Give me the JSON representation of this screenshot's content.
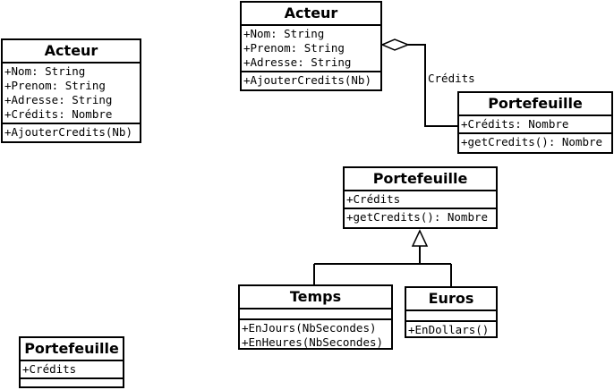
{
  "acteur_left": {
    "name": "Acteur",
    "attributes": [
      "+Nom: String",
      "+Prenom: String",
      "+Adresse: String",
      "+Crédits: Nombre"
    ],
    "operations": [
      "+AjouterCredits(Nb)"
    ]
  },
  "acteur_top": {
    "name": "Acteur",
    "attributes": [
      "+Nom: String",
      "+Prenom: String",
      "+Adresse: String"
    ],
    "operations": [
      "+AjouterCredits(Nb)"
    ]
  },
  "portefeuille_right": {
    "name": "Portefeuille",
    "attributes": [
      "+Crédits: Nombre"
    ],
    "operations": [
      "+getCredits(): Nombre"
    ]
  },
  "portefeuille_mid": {
    "name": "Portefeuille",
    "attributes": [
      "+Crédits"
    ],
    "operations": [
      "+getCredits(): Nombre"
    ]
  },
  "temps": {
    "name": "Temps",
    "attributes": [],
    "operations": [
      "+EnJours(NbSecondes)",
      "+EnHeures(NbSecondes)"
    ]
  },
  "euros": {
    "name": "Euros",
    "attributes": [],
    "operations": [
      "+EnDollars()"
    ]
  },
  "portefeuille_bottom": {
    "name": "Portefeuille",
    "attributes": [
      "+Crédits"
    ],
    "operations": []
  },
  "aggregation": {
    "label": "Crédits"
  }
}
